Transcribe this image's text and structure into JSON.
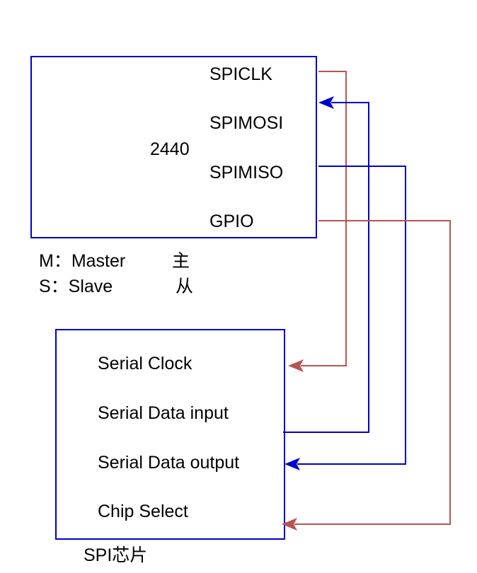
{
  "master": {
    "name": "2440",
    "pins": {
      "clk": "SPICLK",
      "mosi": "SPIMOSI",
      "miso": "SPIMISO",
      "gpio": "GPIO"
    }
  },
  "legend": {
    "m_label": "M：Master",
    "m_cn": "主",
    "s_label": "S：Slave",
    "s_cn": "从"
  },
  "slave": {
    "caption": "SPI芯片",
    "pins": {
      "clock": "Serial Clock",
      "din": "Serial Data input",
      "dout": "Serial Data output",
      "cs": "Chip Select"
    }
  },
  "colors": {
    "box_border": "#0000cc",
    "red_wire": "#b85450",
    "blue_wire": "#0000cc"
  }
}
